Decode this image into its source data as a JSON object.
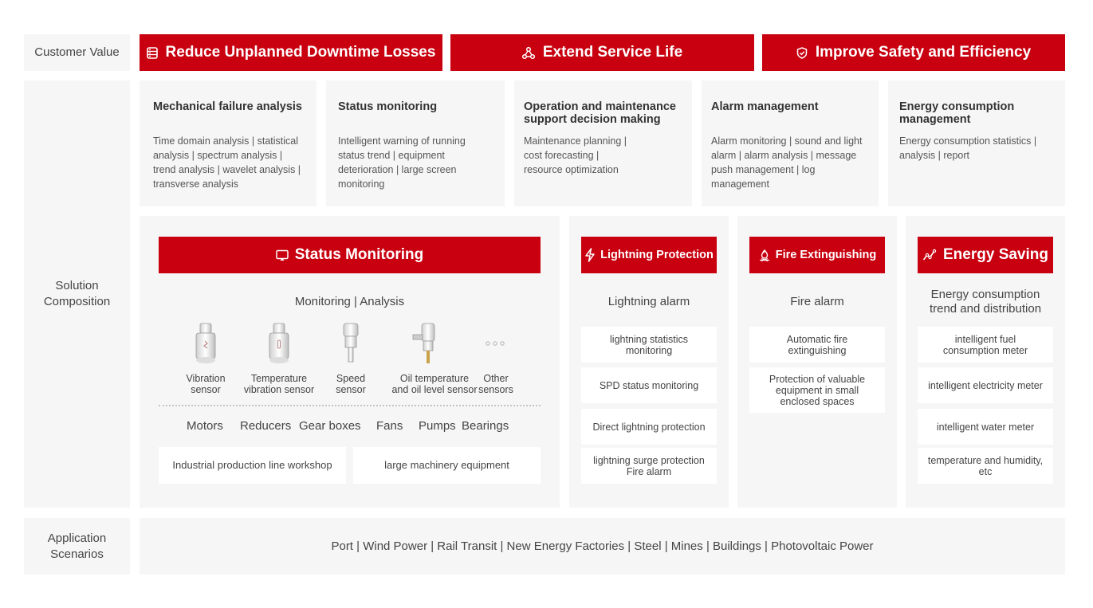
{
  "rows": {
    "customer_value": "Customer Value",
    "solution": "Solution\nComposition",
    "application": "Application\nScenarios"
  },
  "values": [
    {
      "label": "Reduce Unplanned Downtime Losses",
      "icon": "server-icon"
    },
    {
      "label": "Extend Service Life",
      "icon": "nodes-icon"
    },
    {
      "label": "Improve Safety and Efficiency",
      "icon": "shield-check-icon"
    }
  ],
  "cards": [
    {
      "title": "Mechanical failure analysis",
      "desc": "Time domain analysis | statistical analysis | spectrum analysis | trend analysis | wavelet analysis | transverse analysis"
    },
    {
      "title": "Status monitoring",
      "desc": "Intelligent warning of running status trend | equipment deterioration | large screen monitoring"
    },
    {
      "title": "Operation and maintenance support decision making",
      "desc": "Maintenance planning | cost forecasting | resource optimization"
    },
    {
      "title": "Alarm management",
      "desc": "Alarm monitoring | sound and light alarm | alarm analysis | message push management | log management"
    },
    {
      "title": "Energy consumption management",
      "desc": "Energy consumption statistics | analysis | report"
    }
  ],
  "status_monitoring": {
    "title": "Status Monitoring",
    "subtitle": "Monitoring | Analysis",
    "sensors": [
      {
        "label": "Vibration\nsensor"
      },
      {
        "label": "Temperature\nvibration sensor"
      },
      {
        "label": "Speed\nsensor"
      },
      {
        "label": "Oil temperature\nand oil level sensor"
      },
      {
        "label": "Other\nsensors"
      }
    ],
    "devices": [
      "Motors",
      "Reducers",
      "Gear boxes",
      "Fans",
      "Pumps",
      "Bearings"
    ],
    "places": [
      "Industrial production line workshop",
      "large machinery equipment"
    ]
  },
  "lightning": {
    "title": "Lightning Protection",
    "subtitle": "Lightning alarm",
    "items": [
      "lightning statistics\nmonitoring",
      "SPD status monitoring",
      "Direct lightning protection",
      "lightning surge protection\nFire alarm"
    ]
  },
  "fire": {
    "title": "Fire Extinguishing",
    "subtitle": "Fire alarm",
    "items": [
      "Automatic fire\nextinguishing",
      "Protection of valuable\nequipment in small\nenclosed spaces"
    ]
  },
  "energy": {
    "title": "Energy Saving",
    "subtitle": "Energy consumption\ntrend and distribution",
    "items": [
      "intelligent fuel\nconsumption meter",
      "intelligent electricity meter",
      "intelligent water meter",
      "temperature and humidity,\netc"
    ]
  },
  "scenarios": "Port | Wind Power | Rail Transit | New Energy Factories | Steel | Mines | Buildings | Photovoltaic Power",
  "colors": {
    "accent": "#c8000f",
    "panel": "#f6f6f6"
  }
}
